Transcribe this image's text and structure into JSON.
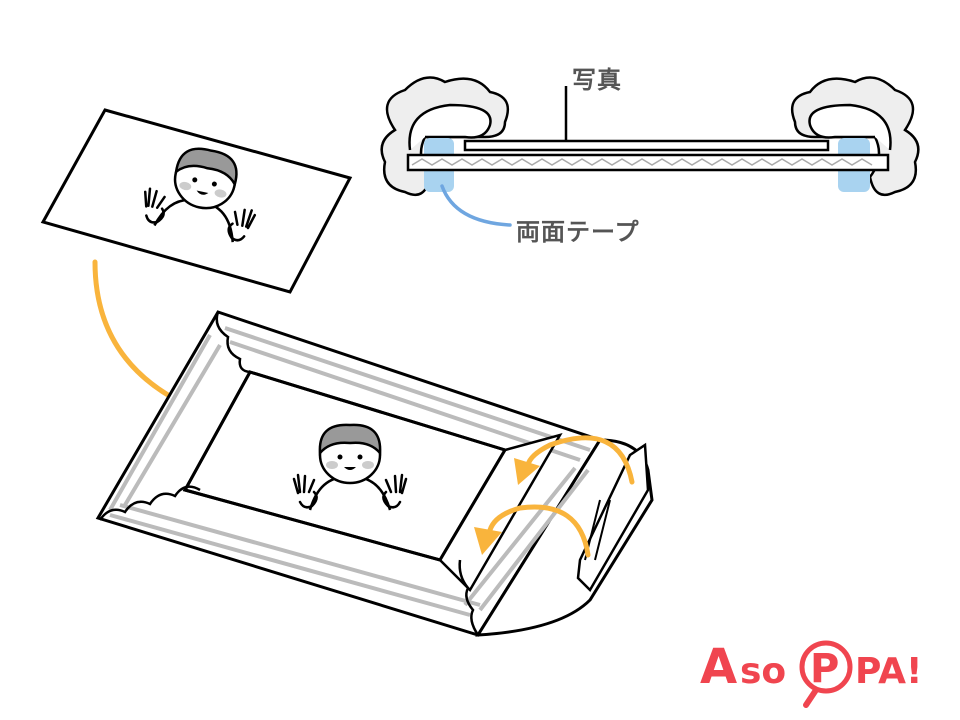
{
  "labels": {
    "photo": "写真",
    "double_sided_tape": "両面テープ"
  },
  "logo": {
    "text": "AsoPPA!"
  },
  "colors": {
    "arrow": "#F9B43C",
    "tape": "#A9D3F0",
    "tape_line": "#6FA6E0",
    "logo": "#F0454F",
    "label": "#555555",
    "frame_ridge": "#BBBBBB"
  }
}
